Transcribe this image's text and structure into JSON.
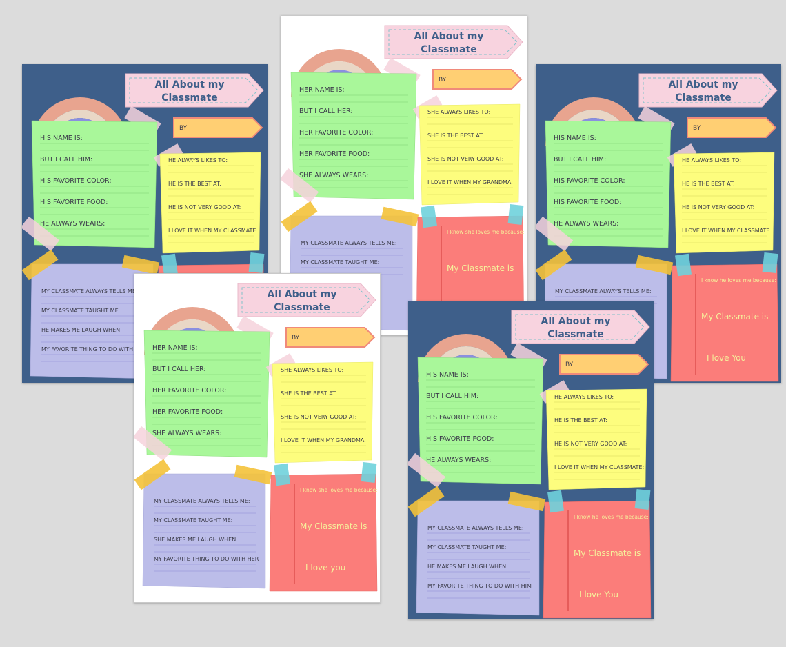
{
  "sheets": [
    {
      "id": "back-left",
      "title_line1": "All About my",
      "title_line2": "Classmate",
      "by": "BY",
      "green": [
        "HIS NAME IS:",
        "BUT I CALL HIM:",
        "HIS FAVORITE COLOR:",
        "HIS FAVORITE FOOD:",
        "HE ALWAYS WEARS:"
      ],
      "yellow": [
        "HE ALWAYS LIKES TO:",
        "HE IS THE BEST AT:",
        "HE IS NOT VERY GOOD AT:",
        "I LOVE IT WHEN MY CLASSMATE:"
      ],
      "purple": [
        "MY CLASSMATE ALWAYS TELLS ME:",
        "MY CLASSMATE TAUGHT ME:",
        "HE MAKES ME LAUGH WHEN",
        "MY FAVORITE THING TO DO WITH HIM"
      ]
    },
    {
      "id": "back-center",
      "title_line1": "All About my",
      "title_line2": "Classmate",
      "by": "BY",
      "green": [
        "HER NAME IS:",
        "BUT I CALL HER:",
        "HER FAVORITE COLOR:",
        "HER FAVORITE FOOD:",
        "SHE ALWAYS WEARS:"
      ],
      "yellow": [
        "SHE ALWAYS LIKES TO:",
        "SHE IS THE BEST AT:",
        "SHE IS NOT VERY GOOD AT:",
        "I LOVE IT WHEN MY GRANDMA:"
      ],
      "purple": [
        "MY CLASSMATE ALWAYS TELLS ME:",
        "MY CLASSMATE TAUGHT ME:"
      ],
      "red_small": "I know she loves me because:",
      "red_mid": "My Classmate is"
    },
    {
      "id": "back-right",
      "title_line1": "All About my",
      "title_line2": "Classmate",
      "by": "BY",
      "green": [
        "HIS NAME IS:",
        "BUT I CALL HIM:",
        "HIS FAVORITE COLOR:",
        "HIS FAVORITE FOOD:",
        "HE ALWAYS WEARS:"
      ],
      "yellow": [
        "HE ALWAYS LIKES TO:",
        "HE IS THE BEST AT:",
        "HE IS NOT VERY GOOD AT:",
        "I LOVE IT WHEN MY CLASSMATE:"
      ],
      "purple": [
        "MY CLASSMATE ALWAYS TELLS ME:"
      ],
      "red_small": "I know he loves me because:",
      "red_mid": "My Classmate is",
      "red_big": "I love You"
    },
    {
      "id": "front-left",
      "title_line1": "All About my",
      "title_line2": "Classmate",
      "by": "BY",
      "green": [
        "HER NAME IS:",
        "BUT I CALL HER:",
        "HER FAVORITE COLOR:",
        "HER FAVORITE FOOD:",
        "SHE ALWAYS WEARS:"
      ],
      "yellow": [
        "SHE ALWAYS LIKES TO:",
        "SHE IS THE BEST AT:",
        "SHE IS NOT VERY GOOD AT:",
        "I LOVE IT WHEN MY GRANDMA:"
      ],
      "purple": [
        "MY CLASSMATE ALWAYS TELLS ME:",
        "MY CLASSMATE TAUGHT ME:",
        "SHE MAKES ME LAUGH WHEN",
        "MY FAVORITE THING TO DO WITH HER"
      ],
      "red_small": "I know she loves me because:",
      "red_mid": "My Classmate is",
      "red_big": "I love you"
    },
    {
      "id": "front-right",
      "title_line1": "All About my",
      "title_line2": "Classmate",
      "by": "BY",
      "green": [
        "HIS NAME IS:",
        "BUT I CALL HIM:",
        "HIS FAVORITE COLOR:",
        "HIS FAVORITE FOOD:",
        "HE ALWAYS WEARS:"
      ],
      "yellow": [
        "HE ALWAYS LIKES TO:",
        "HE IS THE BEST AT:",
        "HE IS NOT VERY GOOD AT:",
        "I LOVE IT WHEN MY CLASSMATE:"
      ],
      "purple": [
        "MY CLASSMATE ALWAYS TELLS ME:",
        "MY CLASSMATE TAUGHT ME:",
        "HE MAKES ME LAUGH WHEN",
        "MY FAVORITE THING TO DO WITH HIM"
      ],
      "red_small": "I know he loves me because:",
      "red_mid": "My Classmate is",
      "red_big": "I love You"
    }
  ]
}
